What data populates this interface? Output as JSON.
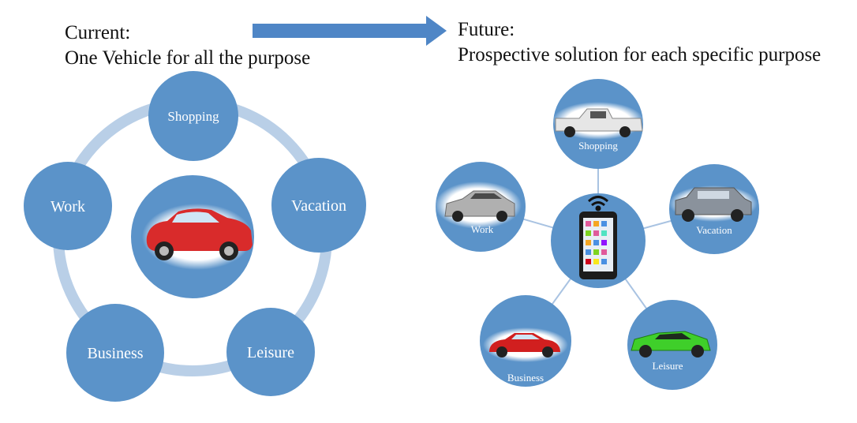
{
  "header": {
    "current_title": "Current:",
    "current_subtitle": "One Vehicle for all the purpose",
    "future_title": "Future:",
    "future_subtitle": "Prospective solution for each specific purpose"
  },
  "current": {
    "center": "car-icon",
    "purposes": [
      "Shopping",
      "Vacation",
      "Leisure",
      "Business",
      "Work"
    ]
  },
  "future": {
    "center": "smartphone-icon",
    "purposes": [
      {
        "label": "Shopping",
        "vehicle": "pickup-truck-icon"
      },
      {
        "label": "Vacation",
        "vehicle": "suv-icon"
      },
      {
        "label": "Leisure",
        "vehicle": "sports-car-icon"
      },
      {
        "label": "Business",
        "vehicle": "classic-car-icon"
      },
      {
        "label": "Work",
        "vehicle": "sedan-icon"
      }
    ]
  },
  "colors": {
    "circle": "#5b93c9",
    "ring": "#b9cfe7",
    "arrow": "#4f86c6",
    "text": "#111111"
  }
}
